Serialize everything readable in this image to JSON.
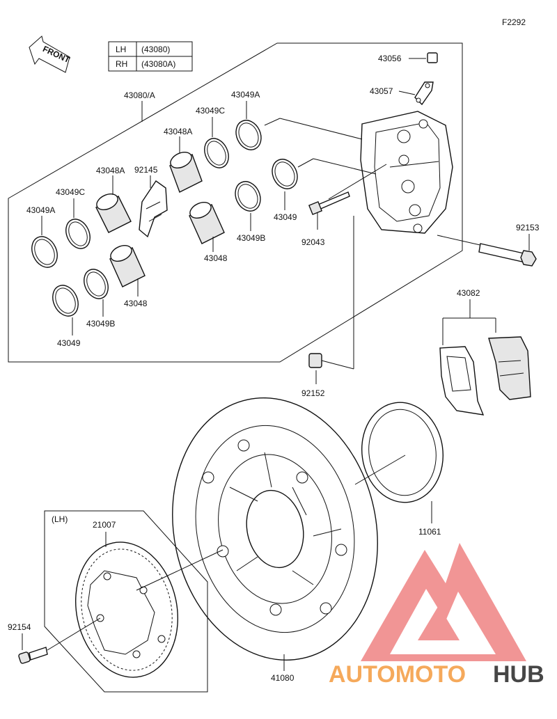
{
  "figure_code": "F2292",
  "front_label": "FRONT",
  "side_table": [
    {
      "side": "LH",
      "code": "(43080)"
    },
    {
      "side": "RH",
      "code": "(43080A)"
    }
  ],
  "parts": {
    "caliper_assy": "43080/A",
    "bleeder_cap": "43056",
    "bracket_plate": "43057",
    "piston_seal_a_top": "43049A",
    "piston_seal_c_top": "43049C",
    "piston_a_top": "43048A",
    "spring_pad": "92145",
    "piston_a_left": "43048A",
    "seal_c_left": "43049C",
    "seal_a_left": "43049A",
    "piston_mid": "43048",
    "seal_b_mid": "43049B",
    "seal_49_mid": "43049",
    "bleeder_valve": "92043",
    "bolt_caliper": "92153",
    "piston_low": "43048",
    "seal_b_low": "43049B",
    "seal_49_low": "43049",
    "pad_assy": "43082",
    "collar": "92152",
    "disc_bolt_gasket": "11061",
    "disc": "41080",
    "sensor_rotor": "21007",
    "lh_label": "(LH)",
    "rotor_bolt": "92154"
  },
  "watermark": {
    "brand_part1": "AUTOMOTO",
    "brand_part2": "HUB",
    "color1": "#f5a04a",
    "color2": "#333333",
    "logo_color": "#f07070"
  }
}
